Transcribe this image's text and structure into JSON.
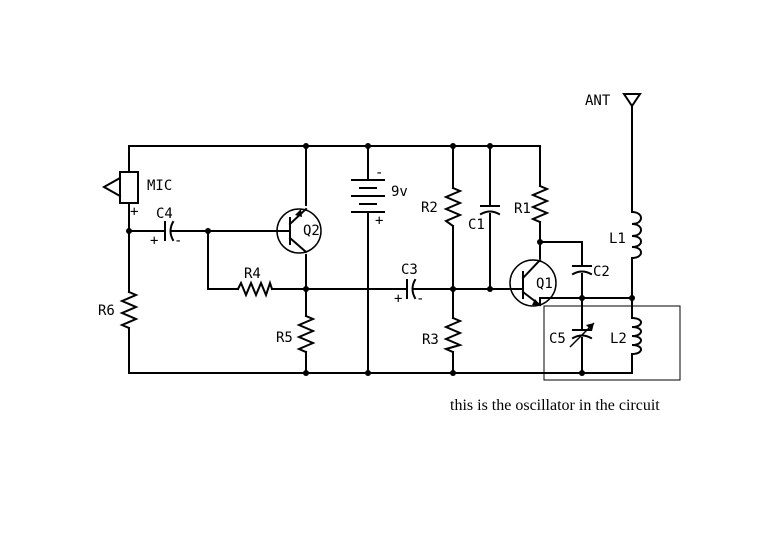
{
  "labels": {
    "mic": "MIC",
    "ant": "ANT",
    "battery": "9v",
    "plus": "+",
    "minus": "-",
    "c1": "C1",
    "c2": "C2",
    "c3": "C3",
    "c4": "C4",
    "c5": "C5",
    "r1": "R1",
    "r2": "R2",
    "r3": "R3",
    "r4": "R4",
    "r5": "R5",
    "r6": "R6",
    "l1": "L1",
    "l2": "L2",
    "q1": "Q1",
    "q2": "Q2"
  },
  "annotation": "this is the oscillator in the circuit"
}
